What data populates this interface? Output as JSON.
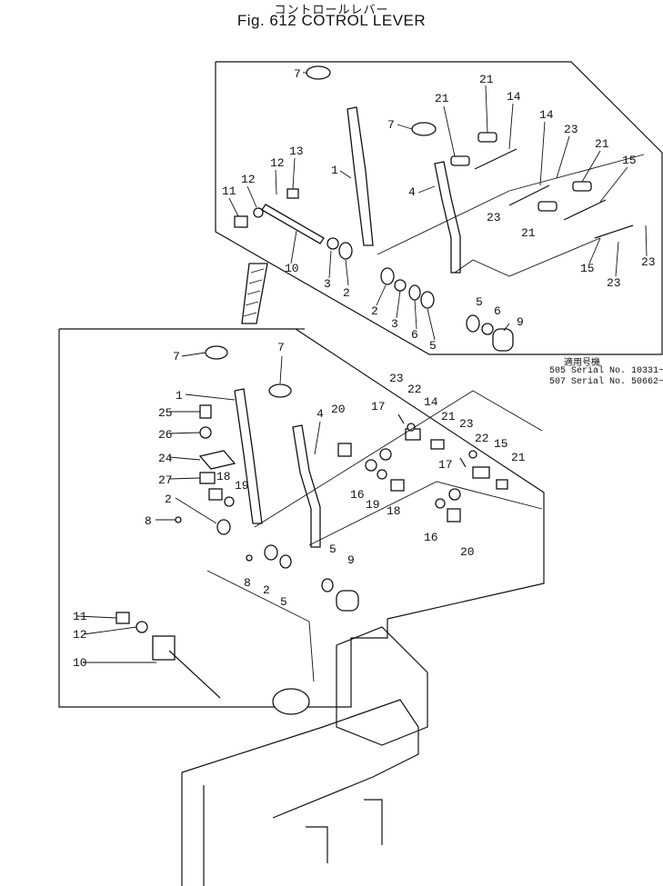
{
  "header": {
    "title_jp": "コントロールレバー",
    "title_en": "Fig. 612 COTROL LEVER"
  },
  "serial_note": {
    "heading": "適用号機",
    "line1": "505 Serial No. 10331~",
    "line2": "507 Serial No. 50662~"
  },
  "upper_callouts": [
    "7",
    "7",
    "21",
    "21",
    "14",
    "14",
    "23",
    "21",
    "15",
    "13",
    "12",
    "12",
    "11",
    "1",
    "4",
    "23",
    "21",
    "10",
    "3",
    "2",
    "2",
    "3",
    "6",
    "5",
    "6",
    "5",
    "9",
    "15",
    "23",
    "23"
  ],
  "lower_callouts": [
    "7",
    "7",
    "1",
    "4",
    "25",
    "26",
    "24",
    "27",
    "18",
    "19",
    "2",
    "8",
    "8",
    "2",
    "5",
    "5",
    "9",
    "20",
    "23",
    "22",
    "14",
    "21",
    "17",
    "16",
    "19",
    "18",
    "23",
    "22",
    "15",
    "17",
    "21",
    "16",
    "20",
    "11",
    "12",
    "10"
  ],
  "colors": {
    "ink": "#111111",
    "paper": "#ffffff"
  }
}
